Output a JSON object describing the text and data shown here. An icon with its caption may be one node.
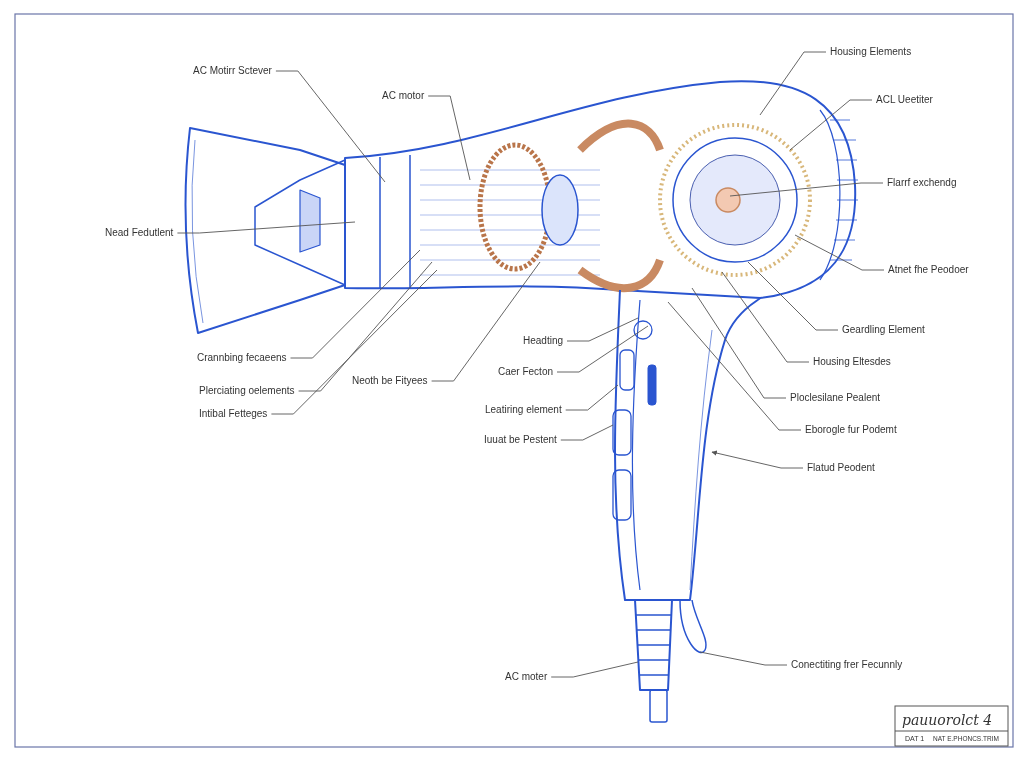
{
  "diagram": {
    "nodes": [
      {
        "text": [
          "AC Motirr Sctever"
        ]
      },
      {
        "text": [
          "AC motor"
        ]
      },
      {
        "text": [
          "Nead Fedutlent"
        ]
      },
      {
        "text": [
          "Crannbing fecaeens"
        ]
      },
      {
        "text": [
          "Plerciating oelements"
        ]
      },
      {
        "text": [
          "Intibal Fetteges"
        ]
      },
      {
        "text": [
          "Neoth be Fityees"
        ]
      },
      {
        "text": [
          "Housing Elements"
        ]
      },
      {
        "text": [
          "ACL Ueetiter"
        ]
      },
      {
        "text": [
          "Flarrf exchendg"
        ]
      },
      {
        "text": [
          "Atnet fhe Peodoer"
        ]
      },
      {
        "text": [
          "Geardling Element"
        ]
      },
      {
        "text": [
          "Housing Eltesdes"
        ]
      },
      {
        "text": [
          "Ploclesilane Pealent"
        ]
      },
      {
        "text": [
          "Eborogle fur Podemt"
        ]
      },
      {
        "text": [
          "Flatud Peodent"
        ]
      },
      {
        "text": [
          "Headting"
        ]
      },
      {
        "text": [
          "Caer Fecton"
        ]
      },
      {
        "text": [
          "Leatiring element"
        ]
      },
      {
        "text": [
          "Iuuat be Pestent"
        ]
      },
      {
        "text": [
          "AC moter"
        ]
      },
      {
        "text": [
          "Conectiting frer Fecunnly"
        ]
      }
    ],
    "edges": [
      {
        "from": 0,
        "to": null,
        "arrow": "none"
      },
      {
        "from": 1,
        "to": null,
        "arrow": "none"
      },
      {
        "from": 2,
        "to": null,
        "arrow": "none"
      },
      {
        "from": 3,
        "to": null,
        "arrow": "none"
      },
      {
        "from": 4,
        "to": null,
        "arrow": "none"
      },
      {
        "from": 5,
        "to": null,
        "arrow": "none"
      },
      {
        "from": 6,
        "to": null,
        "arrow": "none"
      },
      {
        "from": 7,
        "to": null,
        "arrow": "none"
      },
      {
        "from": 8,
        "to": null,
        "arrow": "none"
      },
      {
        "from": 9,
        "to": null,
        "arrow": "none"
      },
      {
        "from": 10,
        "to": null,
        "arrow": "none"
      },
      {
        "from": 11,
        "to": null,
        "arrow": "none"
      },
      {
        "from": 12,
        "to": null,
        "arrow": "none"
      },
      {
        "from": 13,
        "to": null,
        "arrow": "none"
      },
      {
        "from": 14,
        "to": null,
        "arrow": "none"
      },
      {
        "from": 15,
        "to": null,
        "arrow": "to"
      },
      {
        "from": 16,
        "to": null,
        "arrow": "none"
      },
      {
        "from": 17,
        "to": null,
        "arrow": "none"
      },
      {
        "from": 18,
        "to": null,
        "arrow": "none"
      },
      {
        "from": 19,
        "to": null,
        "arrow": "none"
      },
      {
        "from": 20,
        "to": null,
        "arrow": "none"
      },
      {
        "from": 21,
        "to": null,
        "arrow": "none"
      }
    ],
    "labels": [
      "pauuorolct 4",
      "DAT 1",
      "NAT E.PHONCS.TRIM"
    ]
  }
}
